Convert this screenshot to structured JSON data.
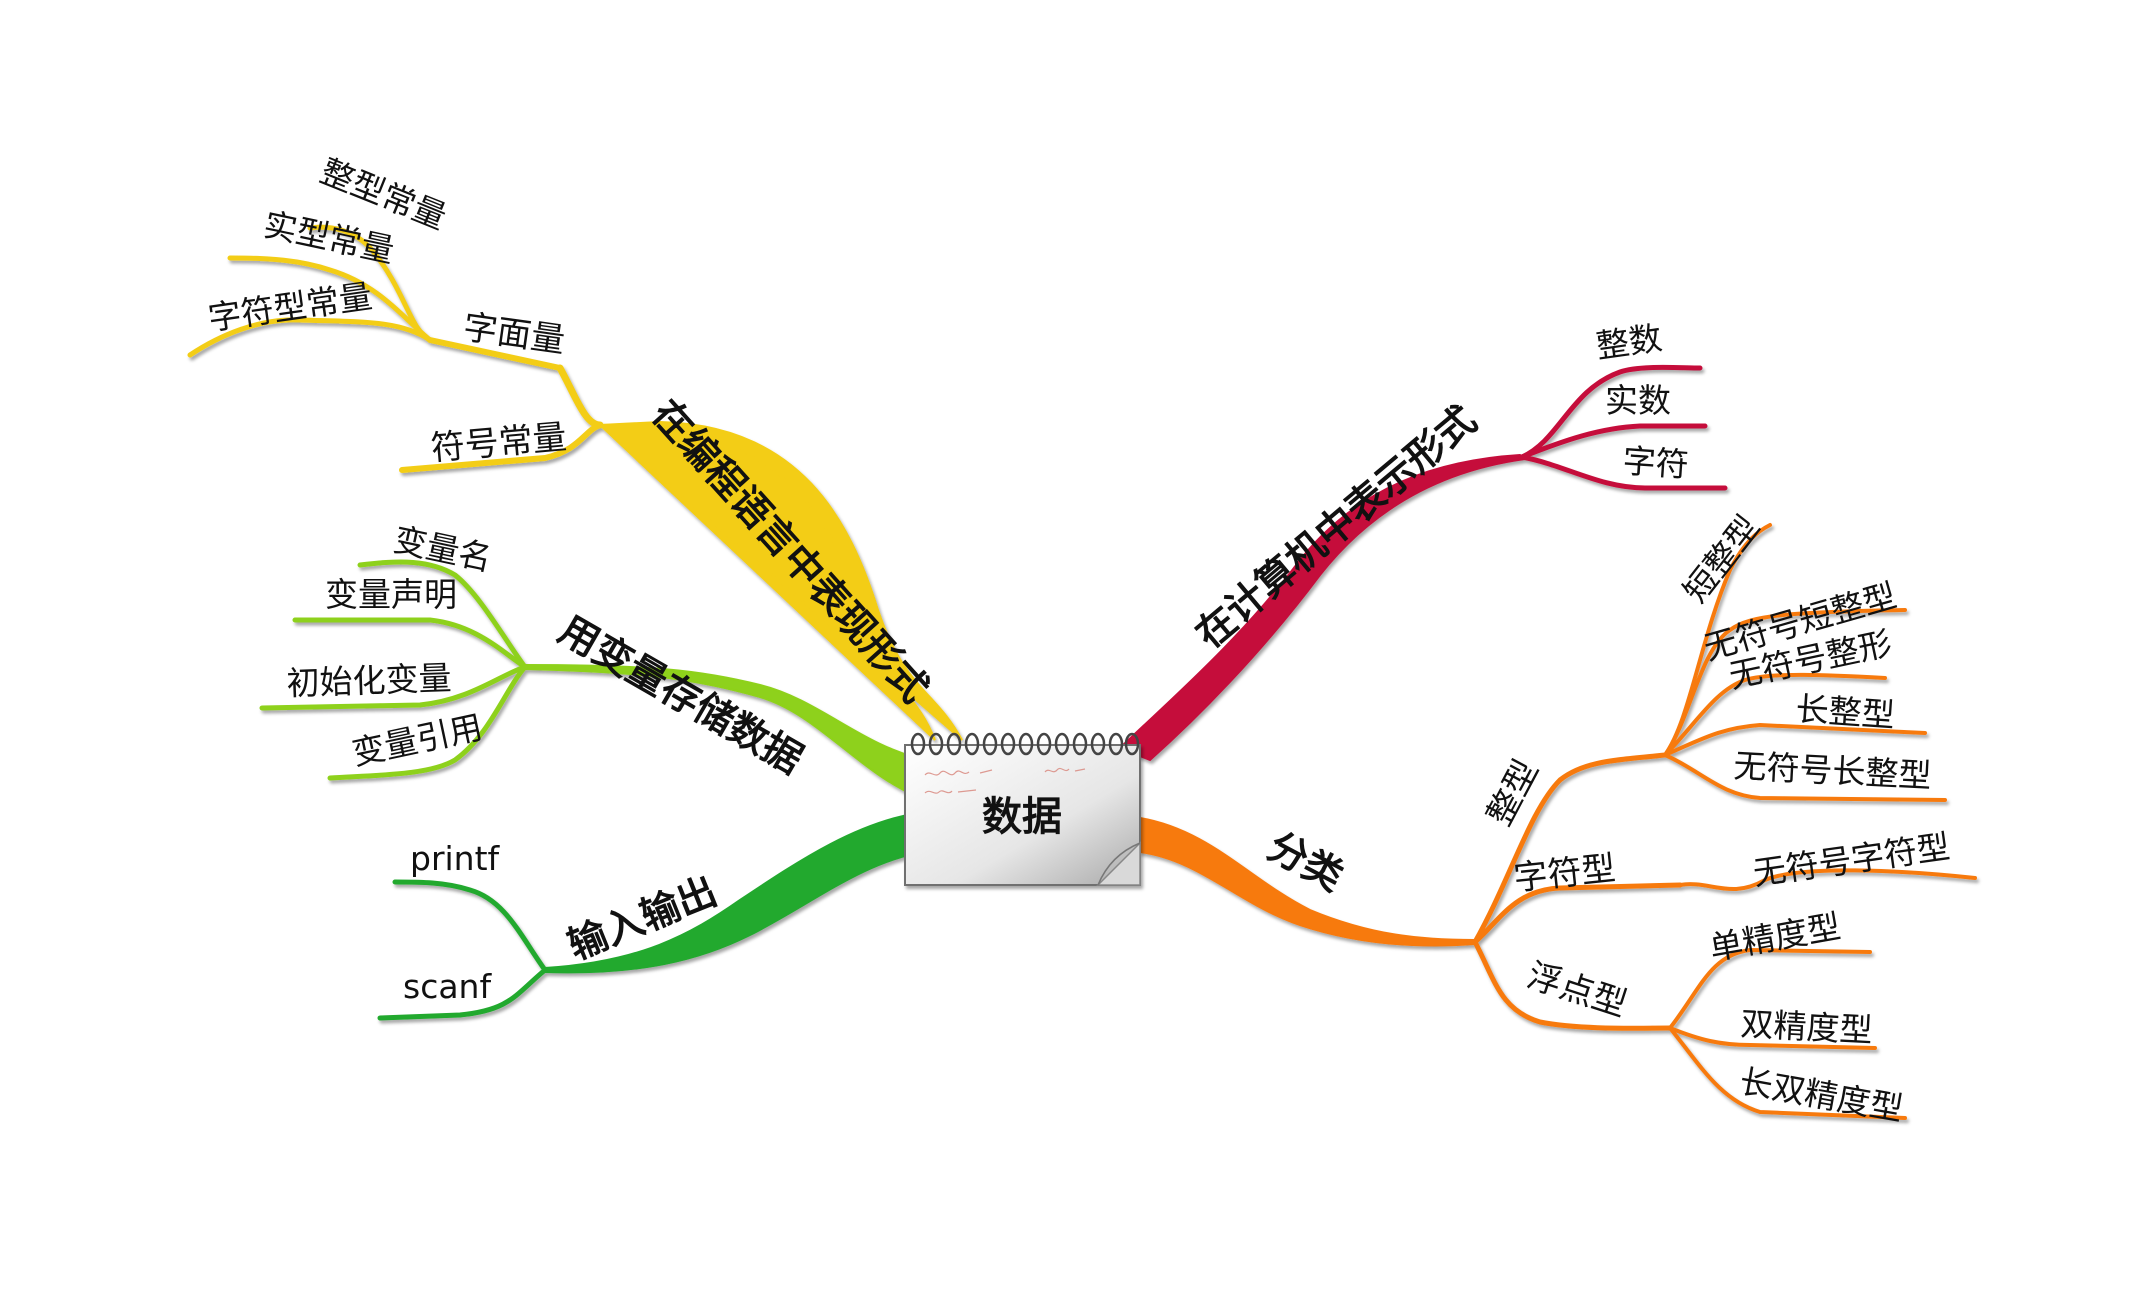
{
  "center": {
    "label": "数据"
  },
  "colors": {
    "yellow": "#f3cd14",
    "lime": "#8ed11a",
    "green": "#21a92f",
    "crimson": "#c5113b",
    "orange": "#f77a0e"
  },
  "branches": {
    "expression": {
      "label": "在编程语言中表现形式",
      "literal": {
        "label": "字面量",
        "items": [
          "整型常量",
          "实型常量",
          "字符型常量"
        ]
      },
      "symbolic": {
        "label": "符号常量"
      }
    },
    "variables": {
      "label": "用变量存储数据",
      "items": [
        "变量名",
        "变量声明",
        "初始化变量",
        "变量引用"
      ]
    },
    "io": {
      "label": "输入输出",
      "items": [
        "printf",
        "scanf"
      ]
    },
    "representation": {
      "label": "在计算机中表示形式",
      "items": [
        "整数",
        "实数",
        "字符"
      ]
    },
    "classification": {
      "label": "分类",
      "integer": {
        "label": "整型",
        "items": [
          "短整型",
          "无符号短整型",
          "无符号整形",
          "长整型",
          "无符号长整型"
        ]
      },
      "char": {
        "label": "字符型",
        "items": [
          "无符号字符型"
        ]
      },
      "float": {
        "label": "浮点型",
        "items": [
          "单精度型",
          "双精度型",
          "长双精度型"
        ]
      }
    }
  }
}
